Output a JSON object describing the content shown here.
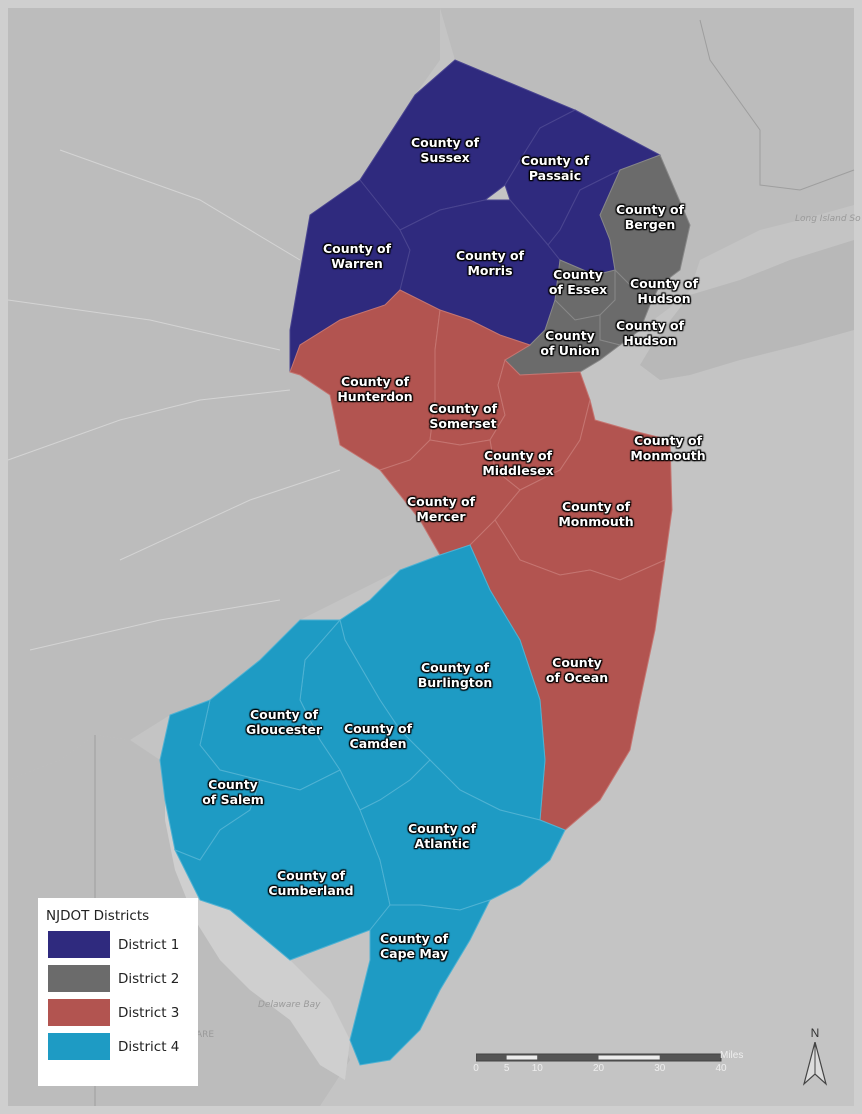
{
  "colors": {
    "background": "#c9c9c9",
    "land": "#bdbdbd",
    "water": "#d2d2d2",
    "district_1": "#2f2a7e",
    "district_2": "#6b6b6b",
    "district_3": "#b25450",
    "district_4": "#1e9bc4"
  },
  "counties": {
    "sussex": {
      "line1": "County of",
      "line2": "Sussex"
    },
    "passaic": {
      "line1": "County of",
      "line2": "Passaic"
    },
    "bergen": {
      "line1": "County of",
      "line2": "Bergen"
    },
    "warren": {
      "line1": "County of",
      "line2": "Warren"
    },
    "morris": {
      "line1": "County of",
      "line2": "Morris"
    },
    "essex": {
      "line1": "County",
      "line2": "of Essex"
    },
    "hudson_1": {
      "line1": "County of",
      "line2": "Hudson"
    },
    "hudson_2": {
      "line1": "County of",
      "line2": "Hudson"
    },
    "union": {
      "line1": "County",
      "line2": "of Union"
    },
    "hunterdon": {
      "line1": "County of",
      "line2": "Hunterdon"
    },
    "somerset": {
      "line1": "County of",
      "line2": "Somerset"
    },
    "monmouth_1": {
      "line1": "County of",
      "line2": "Monmouth"
    },
    "middlesex": {
      "line1": "County of",
      "line2": "Middlesex"
    },
    "mercer": {
      "line1": "County of",
      "line2": "Mercer"
    },
    "monmouth_2": {
      "line1": "County of",
      "line2": "Monmouth"
    },
    "burlington": {
      "line1": "County of",
      "line2": "Burlington"
    },
    "ocean": {
      "line1": "County",
      "line2": "of Ocean"
    },
    "gloucester": {
      "line1": "County of",
      "line2": "Gloucester"
    },
    "camden": {
      "line1": "County of",
      "line2": "Camden"
    },
    "salem": {
      "line1": "County",
      "line2": "of Salem"
    },
    "atlantic": {
      "line1": "County of",
      "line2": "Atlantic"
    },
    "cumberland": {
      "line1": "County of",
      "line2": "Cumberland"
    },
    "cape_may": {
      "line1": "County of",
      "line2": "Cape May"
    }
  },
  "background_labels": {
    "long_island": "Long Island So",
    "delaware_bay": "Delaware Bay",
    "delaware_fragment": "ARE"
  },
  "legend": {
    "title": "NJDOT Districts",
    "items": [
      {
        "label": "District 1",
        "color": "#2f2a7e"
      },
      {
        "label": "District 2",
        "color": "#6b6b6b"
      },
      {
        "label": "District 3",
        "color": "#b25450"
      },
      {
        "label": "District 4",
        "color": "#1e9bc4"
      }
    ]
  },
  "scale_bar": {
    "unit": "Miles",
    "ticks": [
      "0",
      "5",
      "10",
      "20",
      "30",
      "40"
    ]
  },
  "north_arrow": {
    "letter": "N"
  }
}
